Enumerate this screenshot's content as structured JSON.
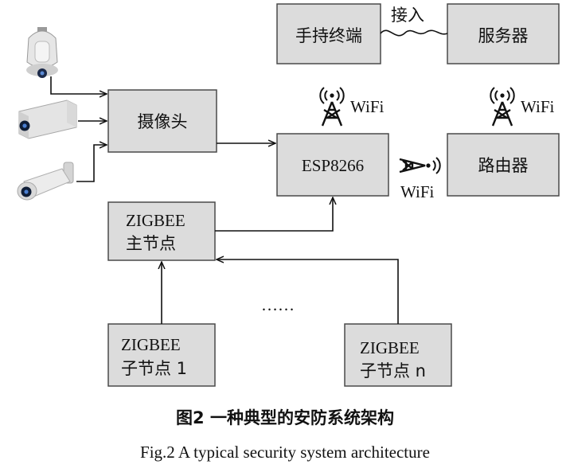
{
  "nodes": {
    "handheld": "手持终端",
    "server": "服务器",
    "camera": "摄像头",
    "esp": "ESP8266",
    "router": "路由器",
    "zigbee_main_line1": "ZIGBEE",
    "zigbee_main_line2": "主节点",
    "zigbee_sub1_line1": "ZIGBEE",
    "zigbee_sub1_line2": "子节点 1",
    "zigbee_subn_line1": "ZIGBEE",
    "zigbee_subn_line2": "子节点 n"
  },
  "labels": {
    "access": "接入",
    "wifi": "WiFi",
    "ellipsis": "……"
  },
  "icons": {
    "wifi_tower": "wifi-tower-icon",
    "wifi_router_antenna": "wifi-antenna-icon",
    "dome_camera": "dome-camera-icon",
    "box_camera": "box-camera-icon",
    "bullet_camera": "bullet-camera-icon"
  },
  "caption": {
    "zh": "图2  一种典型的安防系统架构",
    "en": "Fig.2  A typical security system architecture"
  }
}
